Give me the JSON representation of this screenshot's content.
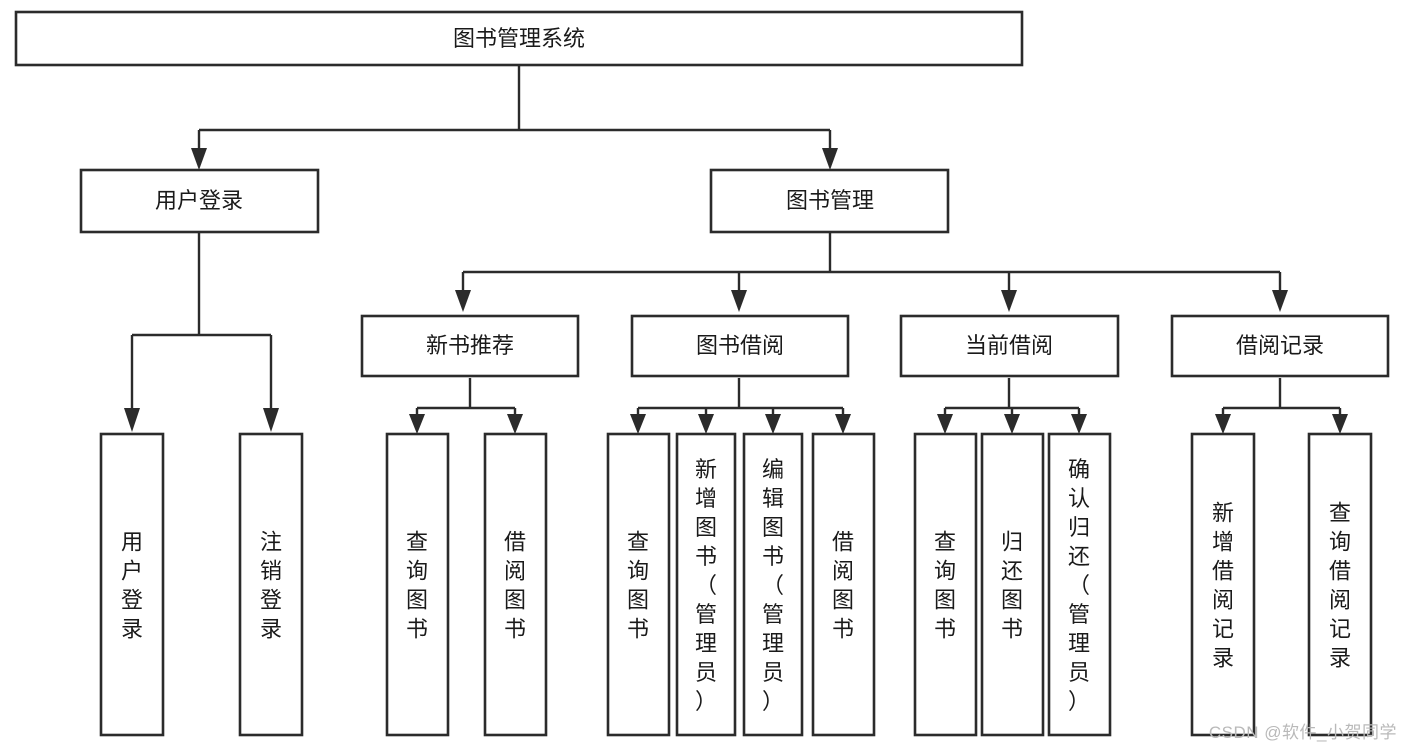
{
  "diagram": {
    "title": "图书管理系统",
    "watermark": "CSDN @软件_小贺同学",
    "colors": {
      "stroke": "#2b2b2b",
      "box_fill": "#ffffff",
      "text": "#1a1a1a",
      "background": "#ffffff",
      "watermark": "#b9b9b9"
    },
    "root": {
      "label": "图书管理系统"
    },
    "level2": [
      {
        "label": "用户登录"
      },
      {
        "label": "图书管理"
      }
    ],
    "level3": [
      {
        "label": "新书推荐"
      },
      {
        "label": "图书借阅"
      },
      {
        "label": "当前借阅"
      },
      {
        "label": "借阅记录"
      }
    ],
    "leaves": {
      "user_login": [
        {
          "label": "用户登录"
        },
        {
          "label": "注销登录"
        }
      ],
      "new_book": [
        {
          "label": "查询图书"
        },
        {
          "label": "借阅图书"
        }
      ],
      "book_borrow": [
        {
          "label": "查询图书"
        },
        {
          "label": "新增图书（管理员）"
        },
        {
          "label": "编辑图书（管理员）"
        },
        {
          "label": "借阅图书"
        }
      ],
      "current_borrow": [
        {
          "label": "查询图书"
        },
        {
          "label": "归还图书"
        },
        {
          "label": "确认归还（管理员）"
        }
      ],
      "borrow_record": [
        {
          "label": "新增借阅记录"
        },
        {
          "label": "查询借阅记录"
        }
      ]
    }
  },
  "chart_data": {
    "type": "table",
    "title": "图书管理系统 功能结构图",
    "nodes": [
      {
        "id": "root",
        "label": "图书管理系统",
        "level": 1,
        "parent": null
      },
      {
        "id": "n-user-login",
        "label": "用户登录",
        "level": 2,
        "parent": "root"
      },
      {
        "id": "n-book-mgmt",
        "label": "图书管理",
        "level": 2,
        "parent": "root"
      },
      {
        "id": "n-new-book",
        "label": "新书推荐",
        "level": 3,
        "parent": "n-book-mgmt"
      },
      {
        "id": "n-book-borrow",
        "label": "图书借阅",
        "level": 3,
        "parent": "n-book-mgmt"
      },
      {
        "id": "n-current-borrow",
        "label": "当前借阅",
        "level": 3,
        "parent": "n-book-mgmt"
      },
      {
        "id": "n-borrow-record",
        "label": "借阅记录",
        "level": 3,
        "parent": "n-book-mgmt"
      },
      {
        "id": "l-user-login",
        "label": "用户登录",
        "level": 4,
        "parent": "n-user-login"
      },
      {
        "id": "l-user-logout",
        "label": "注销登录",
        "level": 4,
        "parent": "n-user-login"
      },
      {
        "id": "l-nb-query",
        "label": "查询图书",
        "level": 4,
        "parent": "n-new-book"
      },
      {
        "id": "l-nb-borrow",
        "label": "借阅图书",
        "level": 4,
        "parent": "n-new-book"
      },
      {
        "id": "l-bb-query",
        "label": "查询图书",
        "level": 4,
        "parent": "n-book-borrow"
      },
      {
        "id": "l-bb-add",
        "label": "新增图书（管理员）",
        "level": 4,
        "parent": "n-book-borrow"
      },
      {
        "id": "l-bb-edit",
        "label": "编辑图书（管理员）",
        "level": 4,
        "parent": "n-book-borrow"
      },
      {
        "id": "l-bb-borrow",
        "label": "借阅图书",
        "level": 4,
        "parent": "n-book-borrow"
      },
      {
        "id": "l-cb-query",
        "label": "查询图书",
        "level": 4,
        "parent": "n-current-borrow"
      },
      {
        "id": "l-cb-return",
        "label": "归还图书",
        "level": 4,
        "parent": "n-current-borrow"
      },
      {
        "id": "l-cb-confirm",
        "label": "确认归还（管理员）",
        "level": 4,
        "parent": "n-current-borrow"
      },
      {
        "id": "l-br-add",
        "label": "新增借阅记录",
        "level": 4,
        "parent": "n-borrow-record"
      },
      {
        "id": "l-br-query",
        "label": "查询借阅记录",
        "level": 4,
        "parent": "n-borrow-record"
      }
    ]
  }
}
